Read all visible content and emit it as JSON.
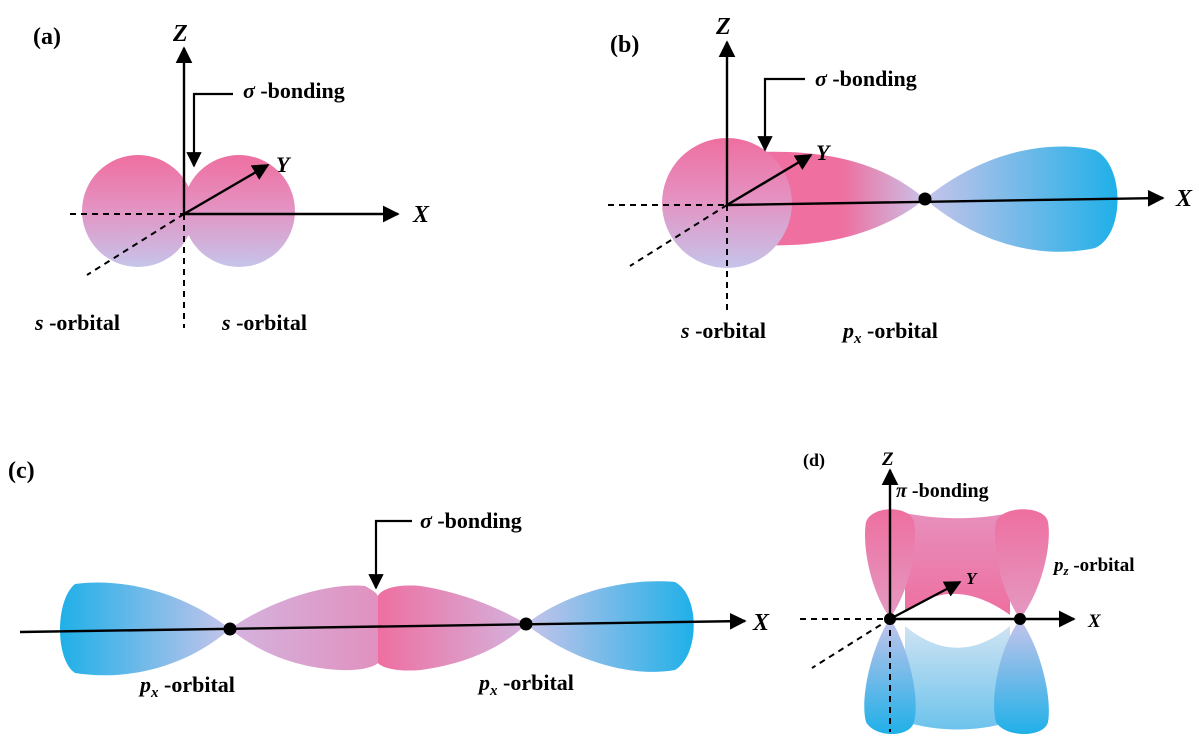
{
  "panels": {
    "a": {
      "label": "(a)",
      "axes": {
        "z": "Z",
        "y": "Y",
        "x": "X"
      },
      "bond_symbol": "σ",
      "bond_text": " -bonding",
      "left_orbital": {
        "symbol": "s",
        "text": " -orbital"
      },
      "right_orbital": {
        "symbol": "s",
        "text": " -orbital"
      }
    },
    "b": {
      "label": "(b)",
      "axes": {
        "z": "Z",
        "y": "Y",
        "x": "X"
      },
      "bond_symbol": "σ",
      "bond_text": " -bonding",
      "left_orbital": {
        "symbol": "s",
        "text": " -orbital"
      },
      "right_orbital": {
        "symbol": "p",
        "sub": "x",
        "text": " -orbital"
      }
    },
    "c": {
      "label": "(c)",
      "axes": {
        "x": "X"
      },
      "bond_symbol": "σ",
      "bond_text": " -bonding",
      "left_orbital": {
        "symbol": "p",
        "sub": "x",
        "text": " -orbital"
      },
      "right_orbital": {
        "symbol": "p",
        "sub": "x",
        "text": " -orbital"
      }
    },
    "d": {
      "label": "(d)",
      "axes": {
        "z": "Z",
        "y": "Y",
        "x": "X"
      },
      "bond_symbol": "π",
      "bond_text": " -bonding",
      "orbital": {
        "symbol": "p",
        "sub": "z",
        "text": " -orbital"
      }
    }
  },
  "colors": {
    "pink": "#ee6fa0",
    "blue": "#1fb0e8",
    "lavender": "#c6c4ea"
  }
}
